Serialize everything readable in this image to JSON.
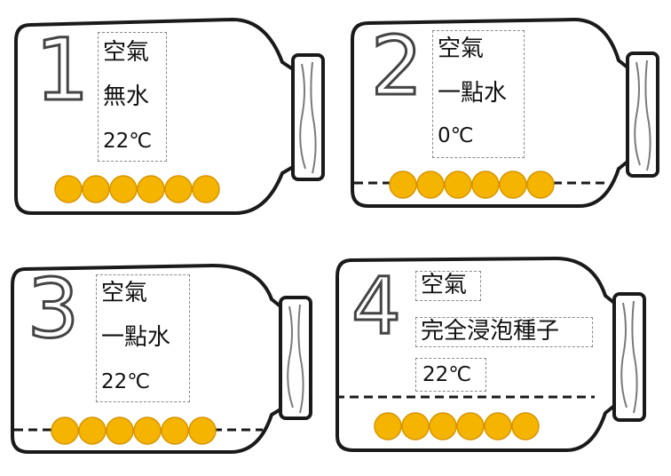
{
  "jars": [
    {
      "number": "1",
      "lines": [
        "空氣",
        "無水",
        "22℃"
      ],
      "water": "none",
      "seed_count": 6
    },
    {
      "number": "2",
      "lines": [
        "空氣",
        "一點水",
        "0℃"
      ],
      "water": "a-little",
      "seed_count": 6
    },
    {
      "number": "3",
      "lines": [
        "空氣",
        "一點水",
        "22℃"
      ],
      "water": "a-little",
      "seed_count": 6
    },
    {
      "number": "4",
      "lines": [
        "空氣",
        "完全浸泡種子",
        "22℃"
      ],
      "water": "submerged",
      "seed_count": 6
    }
  ],
  "colors": {
    "outline": "#1a1a1a",
    "seed_fill": "#f5b400",
    "seed_stroke": "#d89400",
    "digit_fill": "#ffffff",
    "digit_stroke": "#444444",
    "cap_grain": "#7a7a7a"
  }
}
